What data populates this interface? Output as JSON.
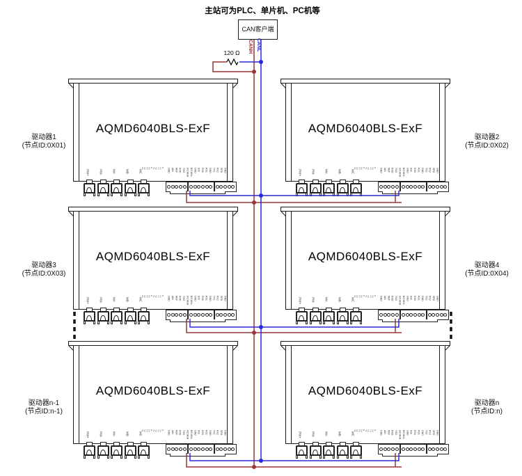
{
  "title": "主站可为PLC、单片机、PC机等",
  "can_client_label": "CAN客户端",
  "bus": {
    "canh": "CANH",
    "canl": "CANL",
    "terminator": "120 Ω",
    "canh_color": "#993636",
    "canl_color": "#2a2ad6"
  },
  "drivers": [
    {
      "model": "AQMD6040BLS-ExF",
      "name": "驱动器1",
      "node": "(节点ID:0X01)"
    },
    {
      "model": "AQMD6040BLS-ExF",
      "name": "驱动器2",
      "node": "(节点ID:0X02)"
    },
    {
      "model": "AQMD6040BLS-ExF",
      "name": "驱动器3",
      "node": "(节点ID:0X03)"
    },
    {
      "model": "AQMD6040BLS-ExF",
      "name": "驱动器4",
      "node": "(节点ID:0X04)"
    },
    {
      "model": "AQMD6040BLS-ExF",
      "name": "驱动器n-1",
      "node": "(节点ID:n-1)"
    },
    {
      "model": "AQMD6040BLS-ExF",
      "name": "驱动器n",
      "node": "(节点ID:n)"
    }
  ],
  "terminal_labels": {
    "power": [
      "PW+",
      "PW-",
      "MA",
      "MB",
      "MC"
    ],
    "io": [
      "X1",
      "X2",
      "X3",
      "X4",
      "G",
      "Y1",
      "Y2",
      "Y3",
      "Y4",
      "G"
    ],
    "signal": [
      "GND",
      "AIN",
      "REF",
      "RXD",
      "TXD",
      "A/CANH",
      "B/CANL",
      "GND",
      "INS",
      "RS0",
      "RS1",
      "GND",
      "TX2",
      "RX2",
      "SPD",
      "GND"
    ]
  }
}
